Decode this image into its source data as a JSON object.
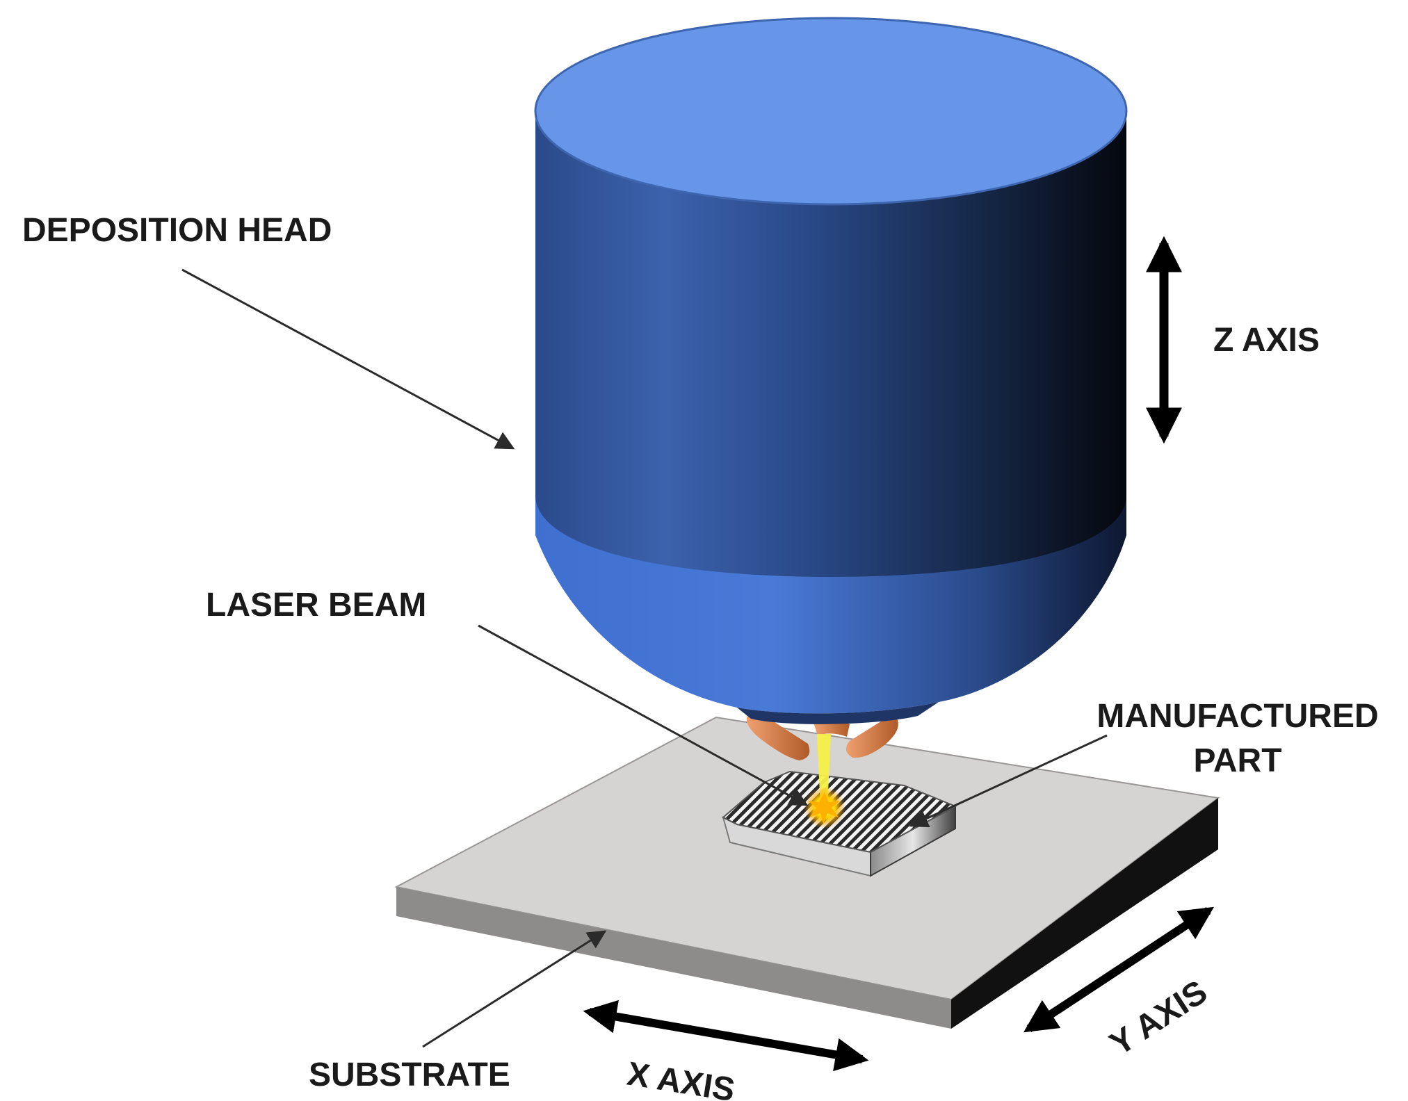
{
  "labels": {
    "deposition_head": "DEPOSITION HEAD",
    "z_axis": "Z AXIS",
    "laser_beam": "LASER BEAM",
    "manufactured_part_line1": "MANUFACTURED",
    "manufactured_part_line2": "PART",
    "substrate": "SUBSTRATE",
    "x_axis": "X AXIS",
    "y_axis": "Y AXIS"
  },
  "colors": {
    "head_top": "#6795e8",
    "head_light": "#4a7ad8",
    "head_dark": "#0a0e1a",
    "nozzle": "#e08850",
    "laser": "#f5f045",
    "spark": "#ffb000",
    "substrate_top": "#d6d3d3",
    "substrate_front": "#8e8b8b",
    "substrate_side": "#111111",
    "leader": "#2b2b2b"
  }
}
